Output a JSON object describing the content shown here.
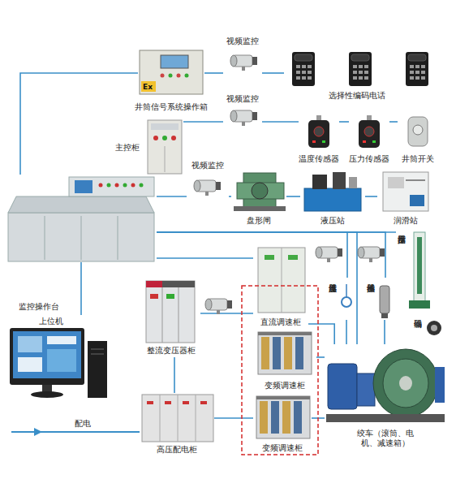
{
  "diagram": {
    "nodes": [
      {
        "text": [
          "井筒信号系统操作箱"
        ]
      },
      {
        "text": [
          "视频监控"
        ]
      },
      {
        "text": [
          "选择性编码电话"
        ]
      },
      {
        "text": [
          "视频监控"
        ]
      },
      {
        "text": [
          "主控柜"
        ]
      },
      {
        "text": [
          "温度传感器"
        ]
      },
      {
        "text": [
          "压力传感器"
        ]
      },
      {
        "text": [
          "井筒开关"
        ]
      },
      {
        "text": [
          "视频监控"
        ]
      },
      {
        "text": [
          "盘形闸"
        ]
      },
      {
        "text": [
          "液压站"
        ]
      },
      {
        "text": [
          "润滑站"
        ]
      },
      {
        "text": [
          "监控操作台"
        ]
      },
      {
        "text": [
          "上位机"
        ]
      },
      {
        "text": [
          "整流变压器柜"
        ]
      },
      {
        "text": [
          "直流调速柜"
        ]
      },
      {
        "text": [
          "变频调速柜"
        ]
      },
      {
        "text": [
          "高压配电柜"
        ]
      },
      {
        "text": [
          "变频调速柜"
        ]
      },
      {
        "text": [
          "温度传感器"
        ]
      },
      {
        "text": [
          "振动传感器"
        ]
      },
      {
        "text": [
          "深度指示器"
        ]
      },
      {
        "text": [
          "编码器"
        ]
      },
      {
        "text": [
          "绞车（滚筒、电机、减速箱）"
        ]
      }
    ],
    "edges": [
      {
        "from": 12,
        "to": 0,
        "arrow": "none"
      },
      {
        "from": 0,
        "to": 1,
        "arrow": "none"
      },
      {
        "from": 1,
        "to": 2,
        "arrow": "none"
      },
      {
        "from": 4,
        "to": 3,
        "arrow": "none"
      },
      {
        "from": 3,
        "to": 5,
        "arrow": "none"
      },
      {
        "from": 5,
        "to": 6,
        "arrow": "none"
      },
      {
        "from": 6,
        "to": 7,
        "arrow": "none"
      },
      {
        "from": 12,
        "to": 8,
        "arrow": "none"
      },
      {
        "from": 8,
        "to": 9,
        "arrow": "none"
      },
      {
        "from": 9,
        "to": 10,
        "arrow": "none"
      },
      {
        "from": 10,
        "to": 11,
        "arrow": "none"
      },
      {
        "from": 12,
        "to": 21,
        "arrow": "none"
      },
      {
        "from": 12,
        "to": 23,
        "arrow": "none"
      },
      {
        "from": 12,
        "to": 19,
        "arrow": "none"
      },
      {
        "from": 12,
        "to": 20,
        "arrow": "none"
      },
      {
        "from": 12,
        "to": 15,
        "arrow": "none"
      },
      {
        "from": 12,
        "to": 13,
        "arrow": "none"
      },
      {
        "from": 14,
        "to": 15,
        "arrow": "none"
      },
      {
        "from": 17,
        "to": 14,
        "arrow": "none"
      },
      {
        "from": 17,
        "to": 18,
        "arrow": "none"
      },
      {
        "from": 15,
        "to": 23,
        "arrow": "none"
      },
      {
        "from": 16,
        "to": 23,
        "arrow": "none"
      },
      {
        "from": 18,
        "to": 23,
        "arrow": "none"
      },
      {
        "from": 19,
        "to": 23,
        "arrow": "none"
      },
      {
        "from": 20,
        "to": 23,
        "arrow": "none"
      }
    ],
    "labels": [
      "Ex",
      "配电"
    ]
  }
}
